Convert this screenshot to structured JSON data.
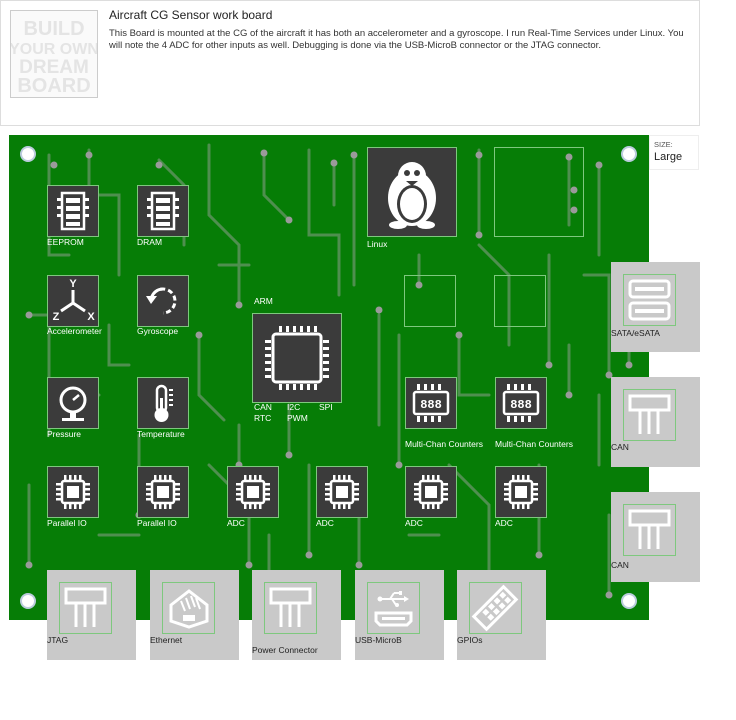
{
  "header": {
    "title": "Aircraft CG Sensor work board",
    "description": "This Board is mounted at the CG of the aircraft it has both an accelerometer and a gyroscope. I run Real-Time Services under Linux. You will note the 4 ADC for other inputs as well. Debugging is done via the USB-MicroB connector or the JTAG connector.",
    "logo_lines": [
      "BUILD",
      "YOUR OWN",
      "DREAM",
      "BOARD"
    ]
  },
  "size": {
    "label": "SIZE:",
    "value": "Large"
  },
  "colors": {
    "board": "#067d06",
    "chip": "#3b3b3b",
    "connector": "#c9c9c9",
    "outline": "#7ec87e"
  },
  "components": {
    "eeprom": "EEPROM",
    "dram": "DRAM",
    "linux": "Linux",
    "accelerometer": "Accelerometer",
    "gyroscope": "Gyroscope",
    "arm": "ARM",
    "arm_can": "CAN",
    "arm_rtc": "RTC",
    "arm_i2c": "I2C",
    "arm_pwm": "PWM",
    "arm_spi": "SPI",
    "pressure": "Pressure",
    "temperature": "Temperature",
    "counter1": "Multi-Chan Counters",
    "counter2": "Multi-Chan Counters",
    "pio1": "Parallel IO",
    "pio2": "Parallel IO",
    "adc1": "ADC",
    "adc2": "ADC",
    "adc3": "ADC",
    "adc4": "ADC"
  },
  "connectors": {
    "sata": "SATA/eSATA",
    "can1": "CAN",
    "can2": "CAN",
    "jtag": "JTAG",
    "ethernet": "Ethernet",
    "power": "Power Connector",
    "usb": "USB-MicroB",
    "gpio": "GPIOs"
  },
  "icons": {
    "memory": "memory-chip-icon",
    "linux": "penguin-icon",
    "axes": "xyz-axes-icon",
    "gyro": "rotation-icon",
    "cpu": "cpu-icon",
    "pressure": "gauge-icon",
    "temperature": "thermometer-icon",
    "counter": "counter-display-icon",
    "chip": "chip-icon",
    "sata": "sata-icon",
    "header": "pin-header-icon",
    "ethernet": "ethernet-jack-icon",
    "usb": "usb-icon",
    "gpio": "gpio-header-icon"
  }
}
